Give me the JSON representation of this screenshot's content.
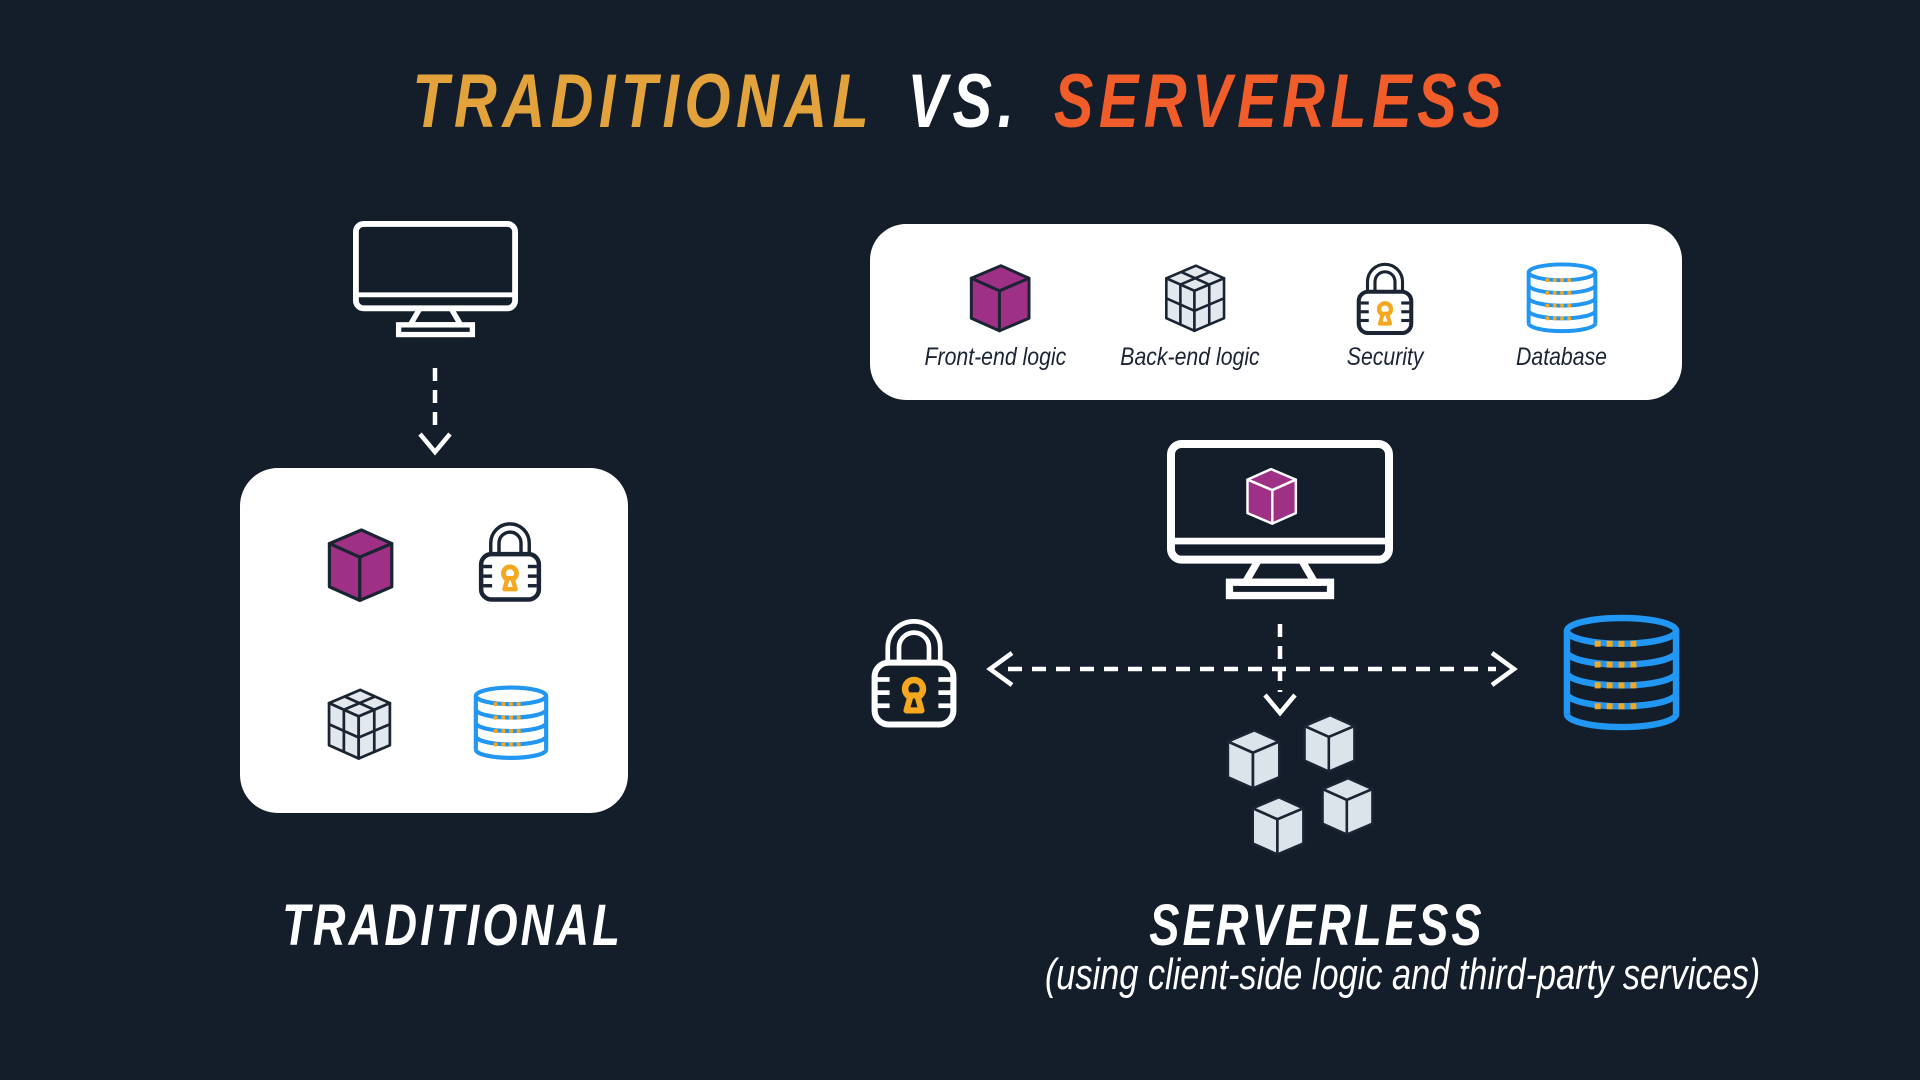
{
  "colors": {
    "bg": "#141D2A",
    "white": "#FFFFFF",
    "navy": "#1B2433",
    "gold": "#E2A33C",
    "orange": "#F15C2B",
    "purple": "#9E3086",
    "blue": "#2196F3",
    "amber": "#F5A81F",
    "cube_light": "#E2E8ED",
    "cube_cluster": "#DCE4EB"
  },
  "title": {
    "traditional": "TRADITIONAL",
    "vs": "VS.",
    "serverless": "SERVERLESS"
  },
  "traditional": {
    "heading": "TRADITIONAL",
    "icons": [
      "client-monitor-icon",
      "download-arrow-icon",
      "front-end-cube-icon",
      "security-lock-icon",
      "back-end-cube-icon",
      "database-icon"
    ]
  },
  "serverless": {
    "heading": "SERVERLESS",
    "subtitle": "(using client-side logic and third-party services)",
    "legend": {
      "items": [
        {
          "icon": "front-end-cube-icon",
          "label": "Front-end logic"
        },
        {
          "icon": "back-end-cube-icon",
          "label": "Back-end logic"
        },
        {
          "icon": "security-lock-icon",
          "label": "Security"
        },
        {
          "icon": "database-icon",
          "label": "Database"
        }
      ]
    },
    "icons": [
      "client-monitor-icon",
      "front-end-cube-icon",
      "security-lock-icon",
      "database-icon",
      "function-cubes-icon",
      "bidirectional-arrow-icon",
      "down-arrow-icon"
    ]
  }
}
